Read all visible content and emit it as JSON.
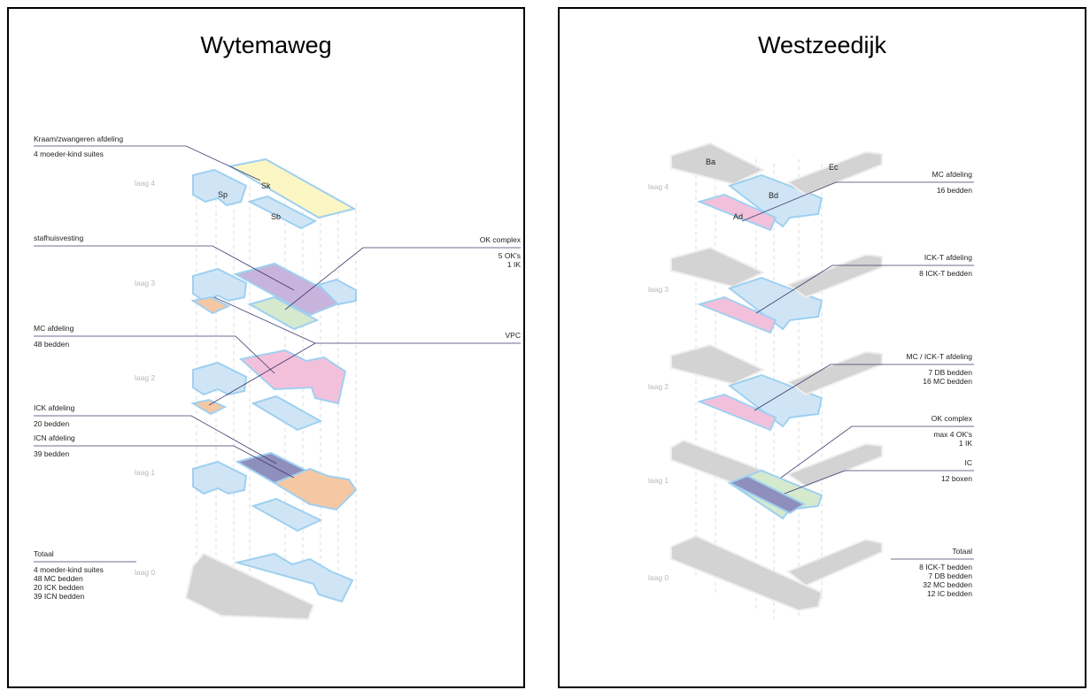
{
  "left": {
    "title": "Wytemaweg",
    "levels": [
      "laag 4",
      "laag 3",
      "laag 2",
      "laag 1",
      "laag 0"
    ],
    "codes": [
      "Sk",
      "Sp",
      "Sb"
    ],
    "labels": {
      "kraam_title": "Kraam/zwangeren afdeling",
      "kraam_sub": "4 moeder-kind suites",
      "staf_title": "stafhuisvesting",
      "ok_title": "OK complex",
      "ok_line1": "5 OK's",
      "ok_line2": "1 IK",
      "vpc_title": "VPC",
      "mc_title": "MC afdeling",
      "mc_sub": "48 bedden",
      "ick_title": "ICK afdeling",
      "ick_sub": "20 bedden",
      "icn_title": "ICN afdeling",
      "icn_sub": "39 bedden",
      "totaal_title": "Totaal",
      "totaal_lines": [
        "4 moeder-kind suites",
        "48 MC bedden",
        "20 ICK bedden",
        "39 ICN bedden"
      ]
    }
  },
  "right": {
    "title": "Westzeedijk",
    "levels": [
      "laag 4",
      "laag 3",
      "laag 2",
      "laag 1",
      "laag 0"
    ],
    "codes": [
      "Ba",
      "Bd",
      "Ec",
      "Ad"
    ],
    "labels": {
      "mc_title": "MC afdeling",
      "mc_sub": "16 bedden",
      "ickt_title": "ICK-T afdeling",
      "ickt_sub": "8 ICK-T bedden",
      "mcickt_title": "MC / ICK-T afdeling",
      "mcickt_line1": "7 DB bedden",
      "mcickt_line2": "16 MC bedden",
      "ok_title": "OK complex",
      "ok_line1": "max 4 OK's",
      "ok_line2": "1 IK",
      "ic_title": "IC",
      "ic_sub": "12 boxen",
      "totaal_title": "Totaal",
      "totaal_lines": [
        "8 ICK-T bedden",
        "7 DB bedden",
        "32 MC bedden",
        "12 IC bedden"
      ]
    }
  },
  "colors": {
    "blue": "#cfe5f6",
    "blue_edge": "#9fd0f0",
    "yellow": "#fbf6c4",
    "purple": "#c7b3dc",
    "green": "#d5e9cf",
    "orange": "#f5c8a3",
    "pink": "#f3c0dc",
    "navy": "#8f8fbd",
    "grey": "#d3d3d3",
    "grey_edge": "#eeeeee",
    "leader": "#3d3d6e"
  }
}
